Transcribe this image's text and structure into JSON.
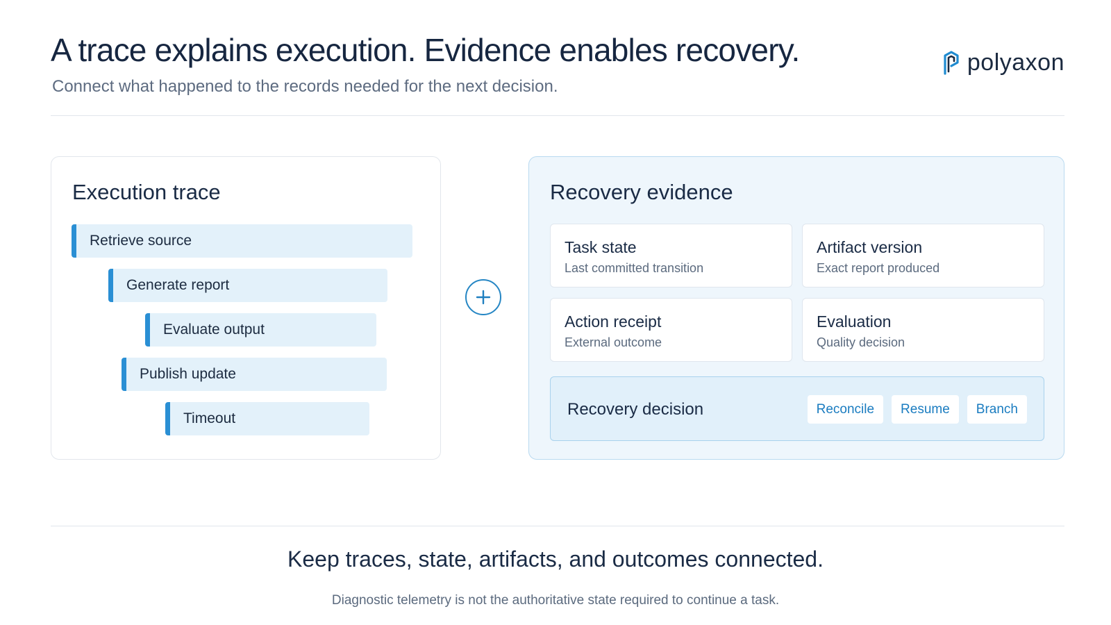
{
  "header": {
    "title": "A trace explains execution. Evidence enables recovery.",
    "subtitle": "Connect what happened to the records needed for the next decision.",
    "logo_text": "polyaxon",
    "logo_icon": "polyaxon-logo-icon"
  },
  "trace": {
    "title": "Execution trace",
    "steps": [
      {
        "label": "Retrieve source"
      },
      {
        "label": "Generate report"
      },
      {
        "label": "Evaluate output"
      },
      {
        "label": "Publish update"
      },
      {
        "label": "Timeout"
      }
    ]
  },
  "connector": {
    "icon": "plus-icon"
  },
  "evidence": {
    "title": "Recovery evidence",
    "items": [
      {
        "label": "Task state",
        "sub": "Last committed transition"
      },
      {
        "label": "Artifact version",
        "sub": "Exact report produced"
      },
      {
        "label": "Action receipt",
        "sub": "External outcome"
      },
      {
        "label": "Evaluation",
        "sub": "Quality decision"
      }
    ],
    "decision": {
      "label": "Recovery decision",
      "actions": [
        "Reconcile",
        "Resume",
        "Branch"
      ]
    }
  },
  "footer": {
    "main": "Keep traces, state, artifacts, and outcomes connected.",
    "sub": "Diagnostic telemetry is not the authoritative state required to continue a task."
  },
  "colors": {
    "accent": "#2a8fd4",
    "bar_fill": "#e3f1fa",
    "evidence_bg": "#eef6fc",
    "evidence_border": "#b9daf0",
    "action_text": "#1a7cc0",
    "text_primary": "#1a2b45",
    "text_muted": "#5b6a7e"
  }
}
